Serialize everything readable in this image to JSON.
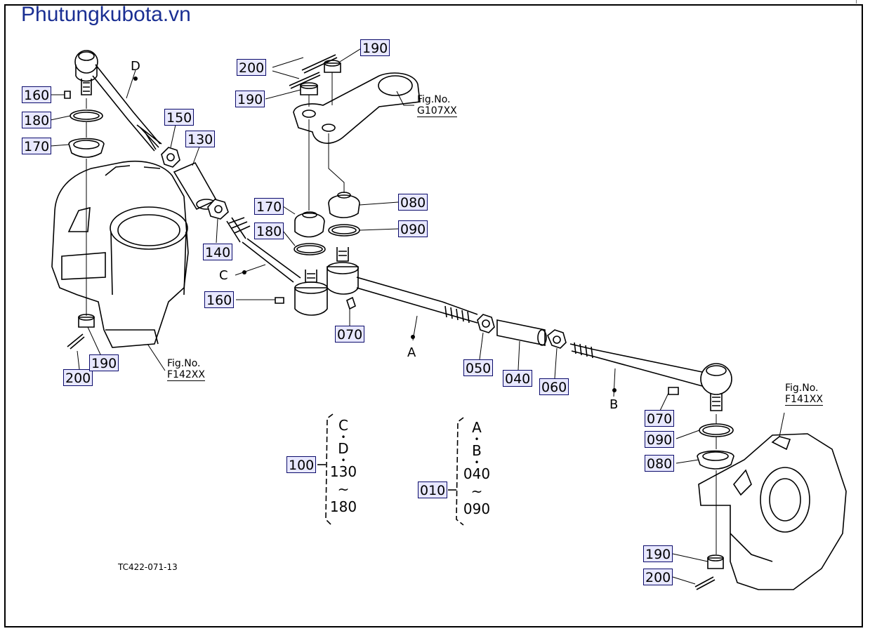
{
  "brand": "Phutungkubota.vn",
  "drawing_code": "TC422-071-13",
  "letters": {
    "a": "A",
    "b": "B",
    "c": "C",
    "d": "D"
  },
  "fig_refs": [
    {
      "label": "Fig.No.",
      "code": "G107XX"
    },
    {
      "label": "Fig.No.",
      "code": "F142XX"
    },
    {
      "label": "Fig.No.",
      "code": "F141XX"
    }
  ],
  "groups": [
    {
      "label": "100",
      "lines": [
        "C",
        "•",
        "D",
        "•",
        "130",
        "~",
        "180"
      ]
    },
    {
      "label": "010",
      "lines": [
        "A",
        "•",
        "B",
        "•",
        "040",
        "~",
        "090"
      ]
    }
  ],
  "callouts": {
    "p190_top": "190",
    "p200_top": "200",
    "p190_mid": "190",
    "p160_left": "160",
    "p180_left": "180",
    "p170_left": "170",
    "p150": "150",
    "p130": "130",
    "p170_mid": "170",
    "p080_mid": "080",
    "p180_mid": "180",
    "p090_mid": "090",
    "p140": "140",
    "p160_mid": "160",
    "p070_mid": "070",
    "p050": "050",
    "p040": "040",
    "p060": "060",
    "p200_left": "200",
    "p190_left": "190",
    "p070_right": "070",
    "p090_right": "090",
    "p080_right": "080",
    "p190_right": "190",
    "p200_right": "200"
  }
}
